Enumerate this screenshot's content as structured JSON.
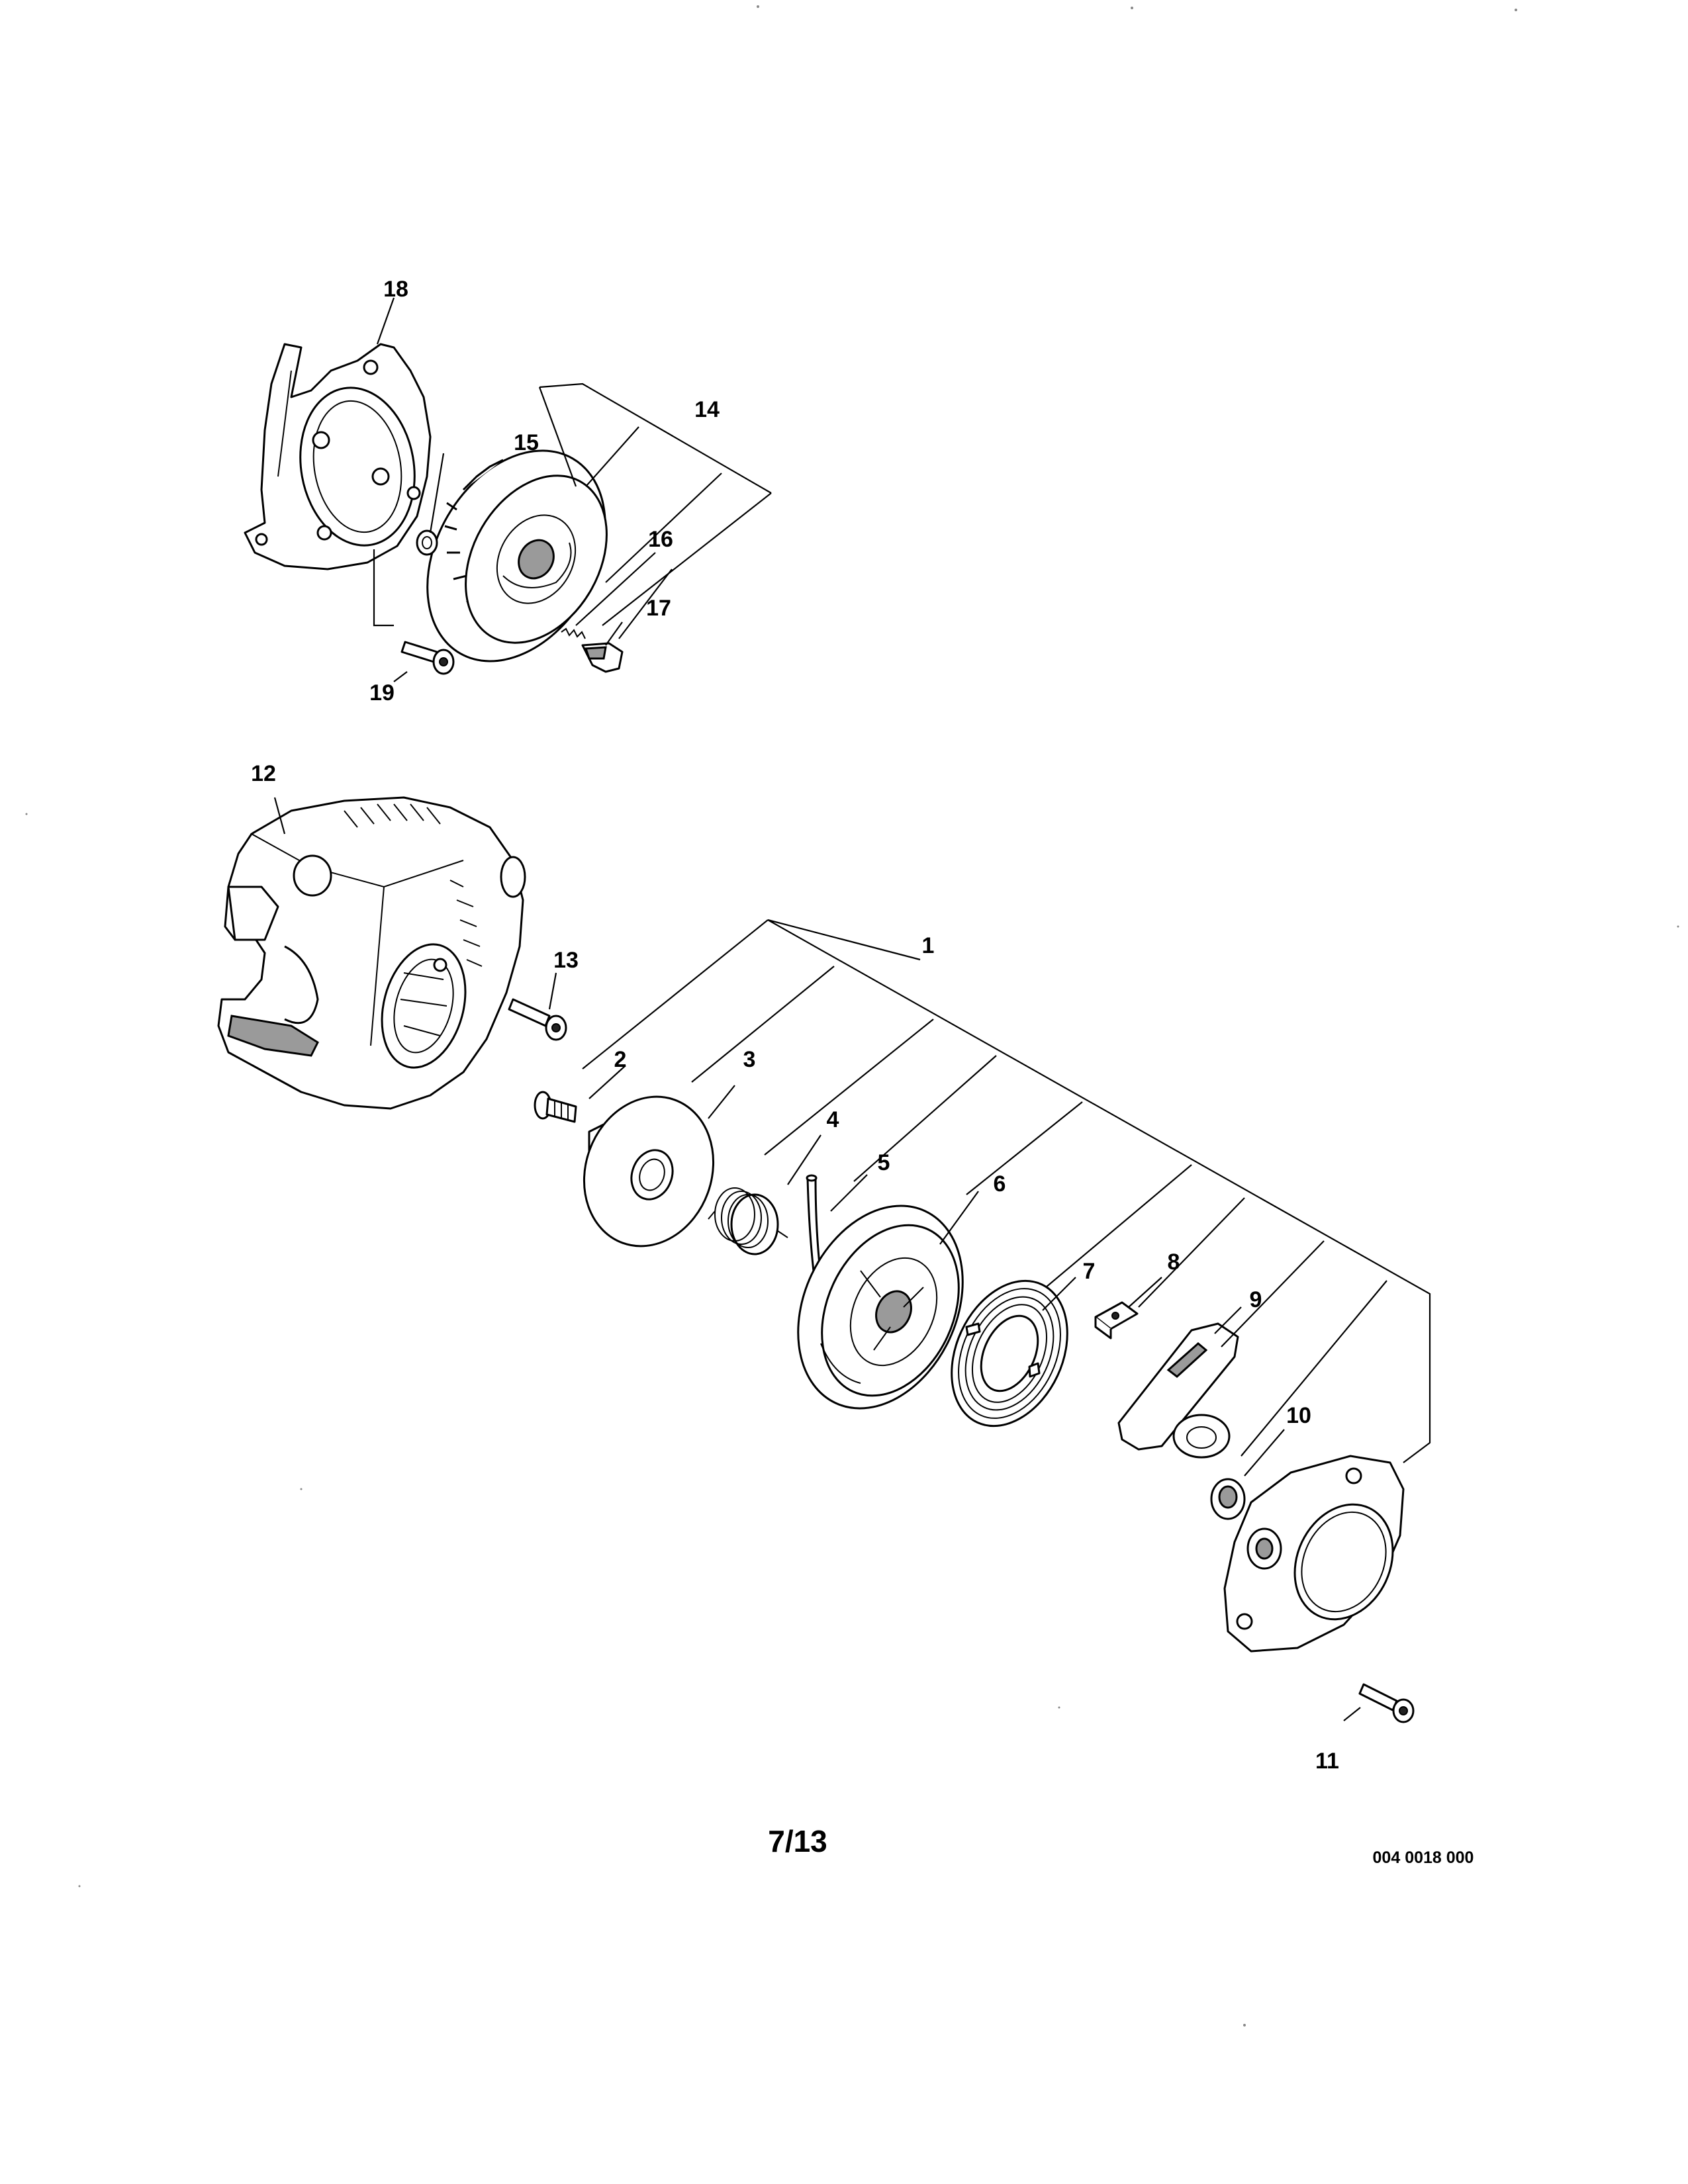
{
  "callouts": {
    "c1": "1",
    "c2": "2",
    "c3": "3",
    "c4": "4",
    "c5": "5",
    "c6": "6",
    "c7": "7",
    "c8": "8",
    "c9": "9",
    "c10": "10",
    "c11": "11",
    "c12": "12",
    "c13": "13",
    "c14": "14",
    "c15": "15",
    "c16": "16",
    "c17": "17",
    "c18": "18",
    "c19": "19"
  },
  "footer": {
    "page": "7/13",
    "code": "004 0018 000"
  }
}
